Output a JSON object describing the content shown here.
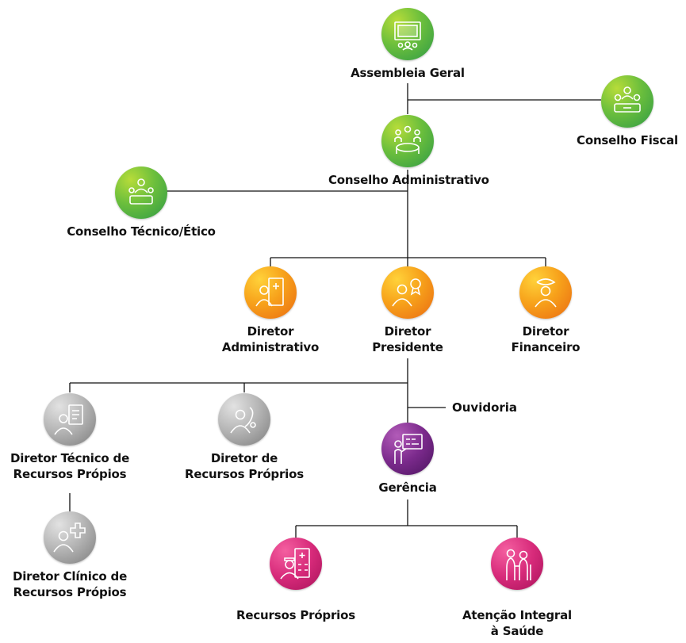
{
  "nodes": {
    "assembleia": {
      "lines": [
        "Assembleia Geral"
      ],
      "color": "green",
      "icon": "presentation-board-icon"
    },
    "fiscal": {
      "lines": [
        "Conselho Fiscal"
      ],
      "color": "green",
      "icon": "meeting-table-icon"
    },
    "administrativo": {
      "lines": [
        "Conselho Administrativo"
      ],
      "color": "green",
      "icon": "board-meeting-icon"
    },
    "tecnico": {
      "lines": [
        "Conselho Técnico/Ético"
      ],
      "color": "green",
      "icon": "council-people-icon"
    },
    "dir_adm": {
      "lines": [
        "Diretor",
        "Administrativo"
      ],
      "color": "orange",
      "icon": "doctor-document-icon"
    },
    "dir_pres": {
      "lines": [
        "Diretor",
        "Presidente"
      ],
      "color": "orange",
      "icon": "director-badge-icon"
    },
    "dir_fin": {
      "lines": [
        "Diretor",
        "Financeiro"
      ],
      "color": "orange",
      "icon": "director-finance-icon"
    },
    "dir_tec": {
      "lines": [
        "Diretor Técnico de",
        "Recursos Própios"
      ],
      "color": "grey",
      "icon": "clipboard-doctor-icon"
    },
    "dir_rec": {
      "lines": [
        "Diretor de",
        "Recursos Próprios"
      ],
      "color": "grey",
      "icon": "stethoscope-doctor-icon"
    },
    "dir_cli": {
      "lines": [
        "Diretor Clínico de",
        "Recursos Própios"
      ],
      "color": "grey",
      "icon": "medical-cross-doctor-icon"
    },
    "gerencia": {
      "lines": [
        "Gerência"
      ],
      "color": "purple",
      "icon": "manager-chart-icon"
    },
    "rec_prop": {
      "lines": [
        "Recursos Próprios"
      ],
      "color": "magenta",
      "icon": "nurse-hospital-icon"
    },
    "atencao": {
      "lines": [
        "Atenção Integral",
        "à Saúde"
      ],
      "color": "magenta",
      "icon": "caregiver-elderly-icon"
    }
  },
  "ouvidoria": {
    "label": "Ouvidoria"
  },
  "colors": {
    "green": "#4caf3f",
    "orange": "#f39a1e",
    "grey": "#9e9e9e",
    "purple": "#6a1f7e",
    "magenta": "#d2206f",
    "line": "#111111"
  }
}
